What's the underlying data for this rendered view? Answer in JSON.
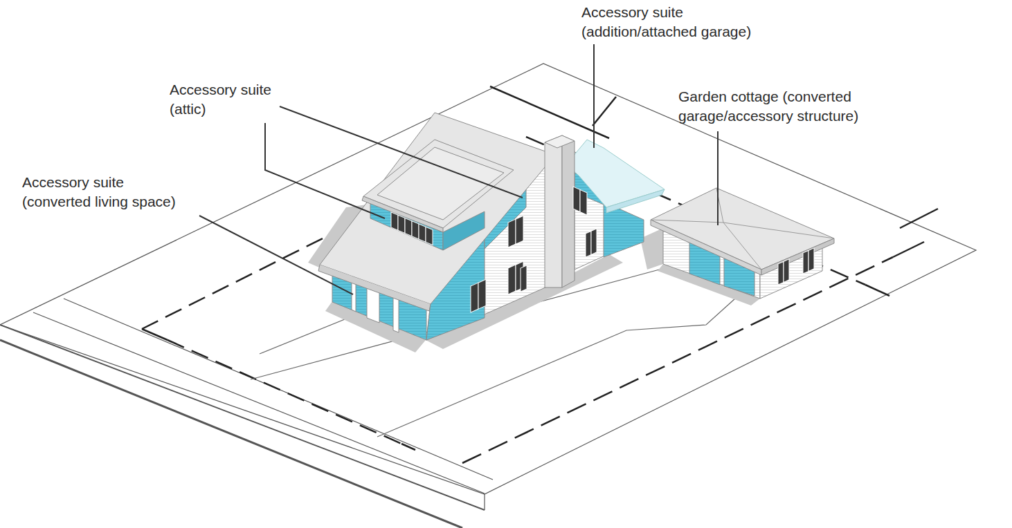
{
  "diagram": {
    "labels": [
      "Accessory suite (addition/attached garage)",
      "Accessory suite (attic)",
      "Garden cottage (converted garage/accessory structure)",
      "Accessory suite (converted living space)"
    ]
  }
}
